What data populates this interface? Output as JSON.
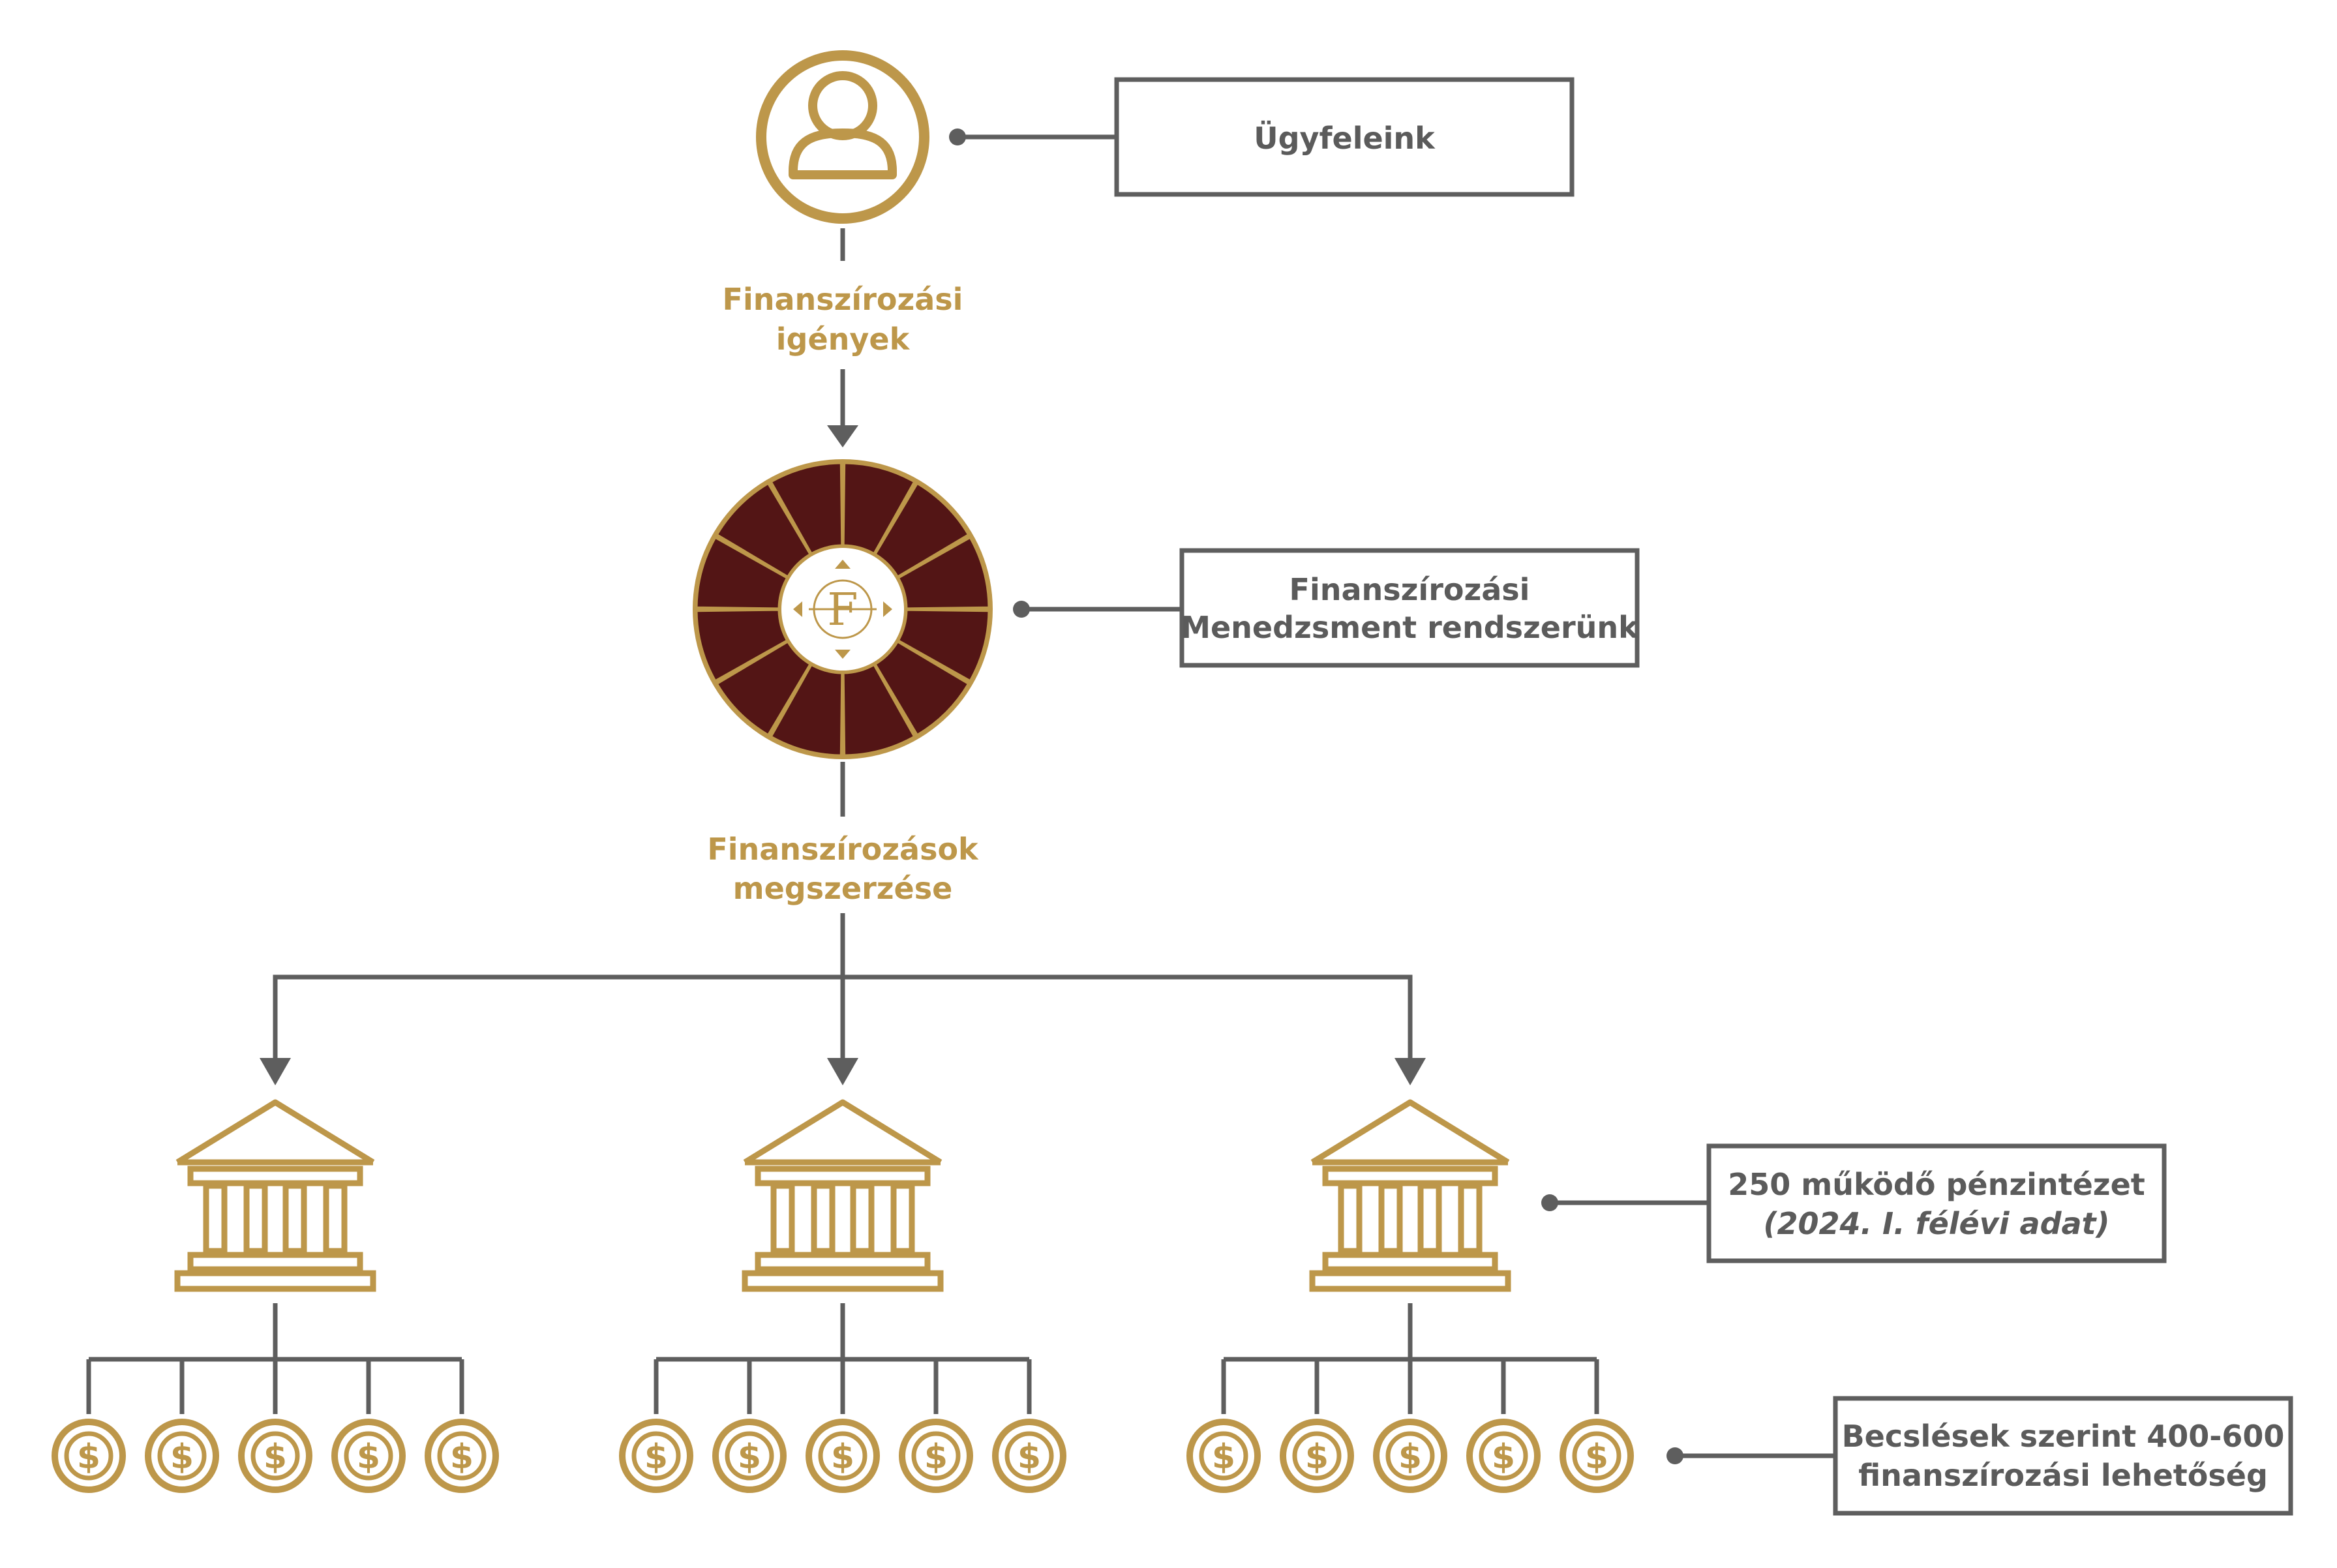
{
  "colors": {
    "gold": "#bd974a",
    "dark_red": "#531515",
    "line_gray": "#5e5e5e",
    "box_border": "#5e5e5e",
    "text_gray": "#5b5b5b"
  },
  "nodes": {
    "clients": {
      "icon": "person-icon",
      "label": "Ügyfeleink"
    },
    "flow_label_top": {
      "line1": "Finanszírozási",
      "line2": "igények"
    },
    "system": {
      "icon": "f-logo-wheel-icon",
      "logo_letter": "F",
      "label_line1": "Finanszírozási",
      "label_line2": "Menedzsment rendszerünk"
    },
    "flow_label_middle": {
      "line1": "Finanszírozások",
      "line2": "megszerzése"
    },
    "institutions": {
      "icon": "bank-building-icon",
      "count": 3,
      "label_line1": "250 működő pénzintézet",
      "label_line2": "(2024. I. félévi adat)"
    },
    "opportunities": {
      "icon": "dollar-coin-icon",
      "per_institution": 5,
      "symbol": "$",
      "label_line1": "Becslések szerint 400-600",
      "label_line2": "finanszírozási lehetőség"
    }
  }
}
